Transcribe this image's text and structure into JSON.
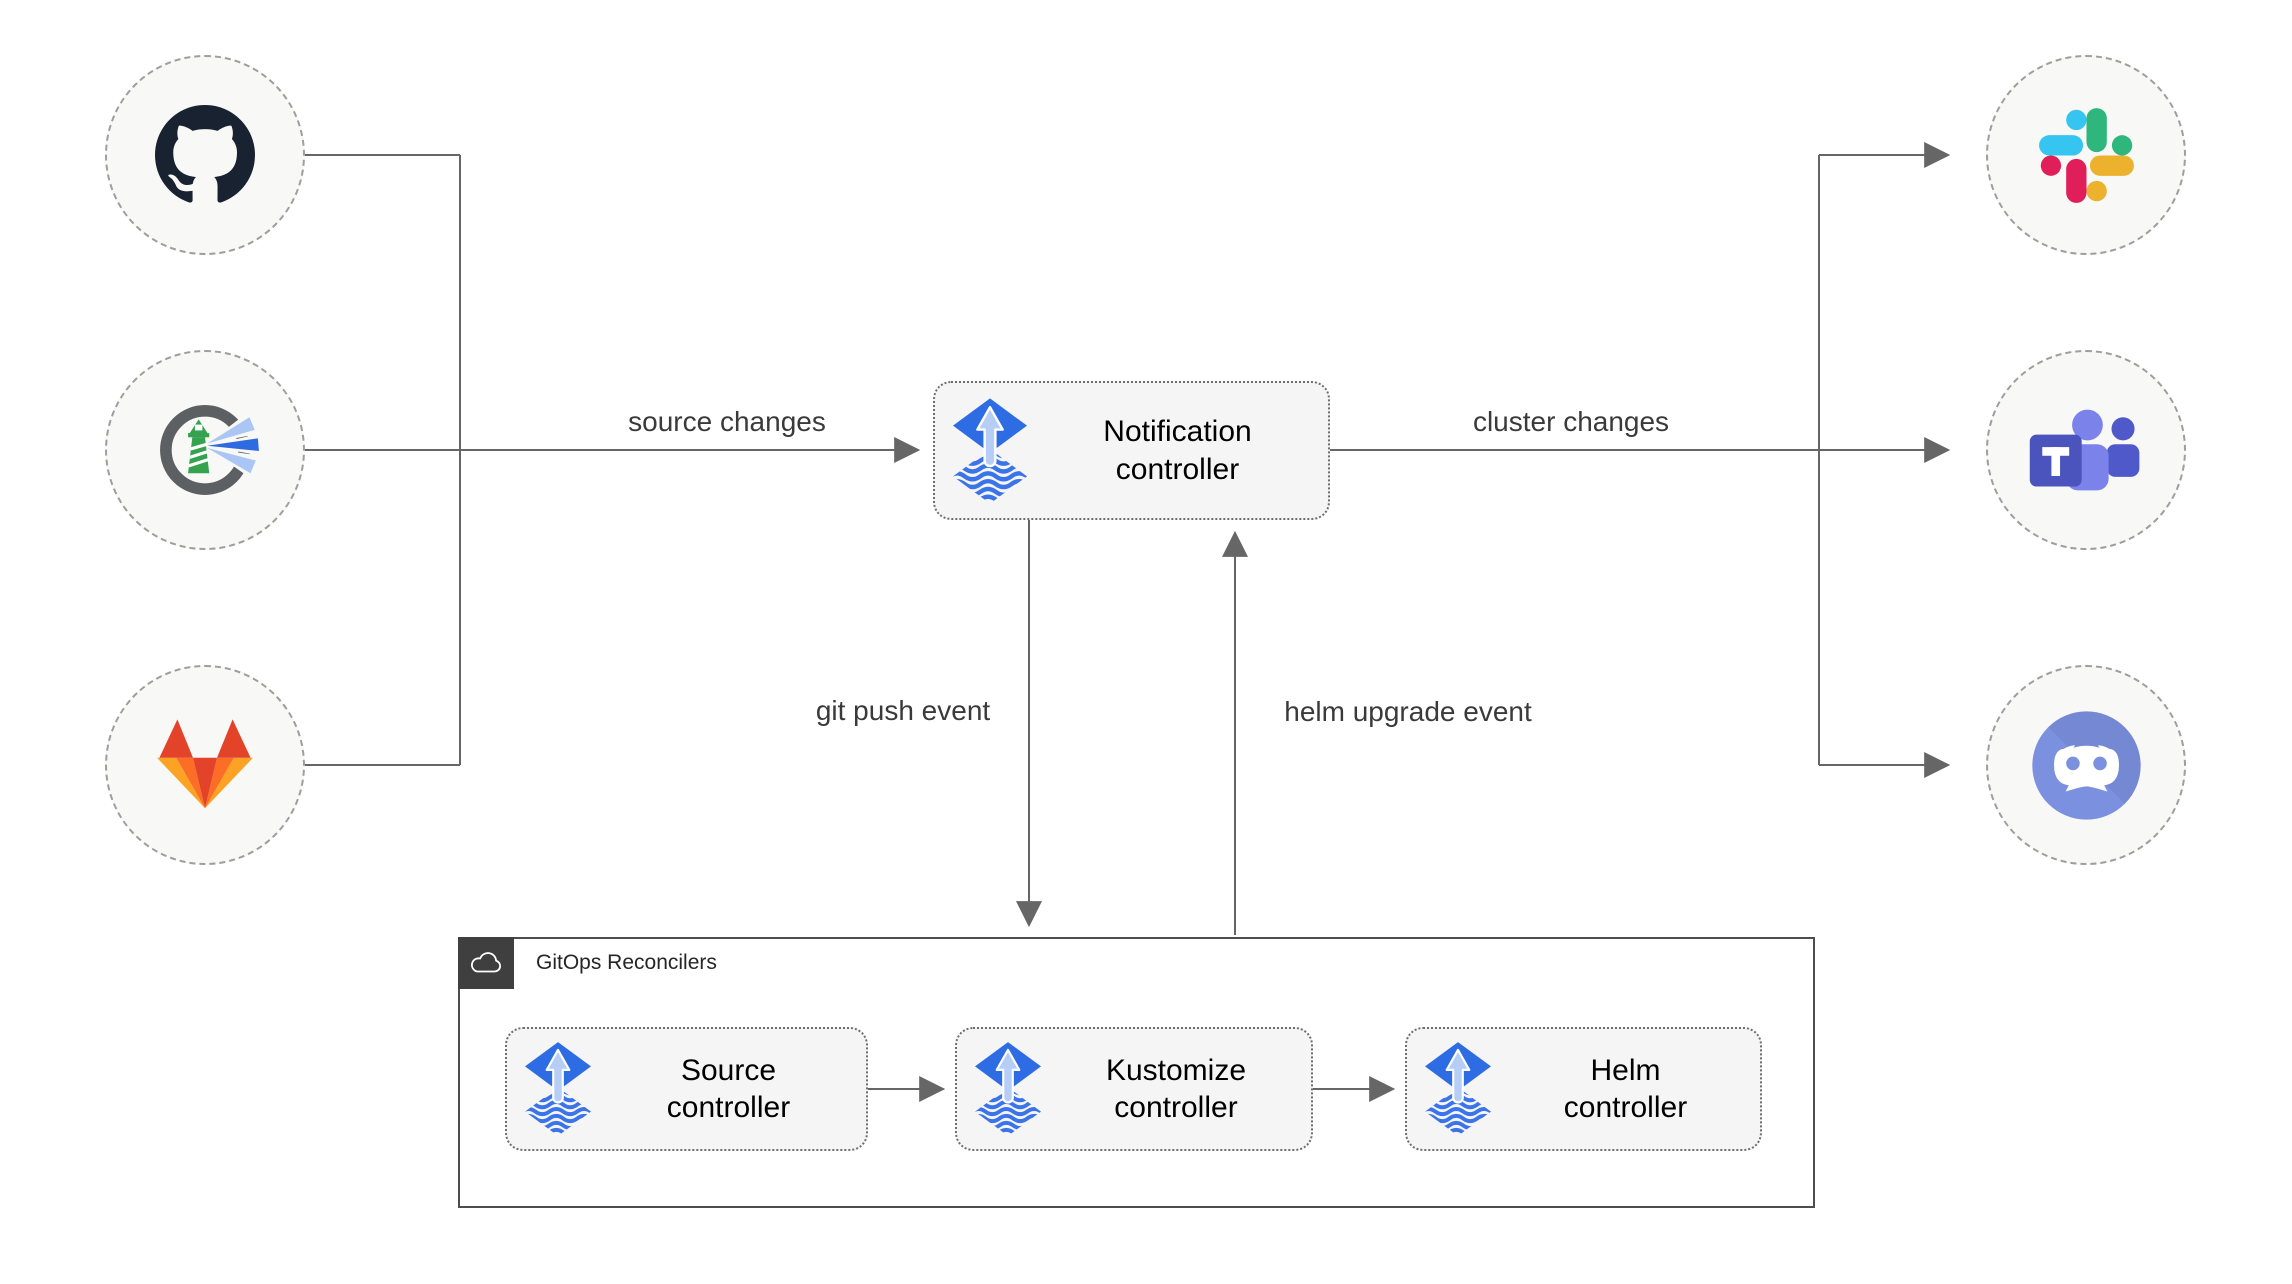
{
  "sources": [
    {
      "id": "github",
      "icon": "github-icon"
    },
    {
      "id": "harbor",
      "icon": "harbor-icon"
    },
    {
      "id": "gitlab",
      "icon": "gitlab-icon"
    }
  ],
  "targets": [
    {
      "id": "slack",
      "icon": "slack-icon"
    },
    {
      "id": "teams",
      "icon": "microsoft-teams-icon"
    },
    {
      "id": "discord",
      "icon": "discord-icon"
    }
  ],
  "notification_controller": {
    "label": "Notification controller",
    "icon": "flux-icon"
  },
  "reconcilers": {
    "label": "GitOps Reconcilers",
    "badge_icon": "cloud-icon",
    "controllers": [
      {
        "label": "Source controller",
        "icon": "flux-icon"
      },
      {
        "label": "Kustomize controller",
        "icon": "flux-icon"
      },
      {
        "label": "Helm controller",
        "icon": "flux-icon"
      }
    ]
  },
  "edge_labels": {
    "source_changes": "source changes",
    "cluster_changes": "cluster changes",
    "git_push_event": "git push event",
    "helm_upgrade_event": "helm upgrade event"
  },
  "colors": {
    "connector": "#666666",
    "box_fill": "#f5f5f5",
    "box_border": "#6e6e6e",
    "circle_fill": "#f8f8f6",
    "circle_border": "#9e9e9e",
    "container_border": "#4d4d4d",
    "container_badge": "#3f3f3f",
    "flux_blue": "#2e6ce3",
    "flux_light_blue": "#b6cdf6",
    "github_dark": "#182230",
    "gitlab_red": "#e24329",
    "gitlab_orange": "#fc6d26",
    "gitlab_yellow": "#fca326",
    "slack_blue": "#36c5f0",
    "slack_green": "#2eb67d",
    "slack_red": "#e01e5a",
    "slack_yellow": "#ecb22e",
    "teams_purple": "#4b53bc",
    "discord_purple": "#7c90e0",
    "harbor_gray": "#5d6063",
    "harbor_green": "#34a24e"
  }
}
